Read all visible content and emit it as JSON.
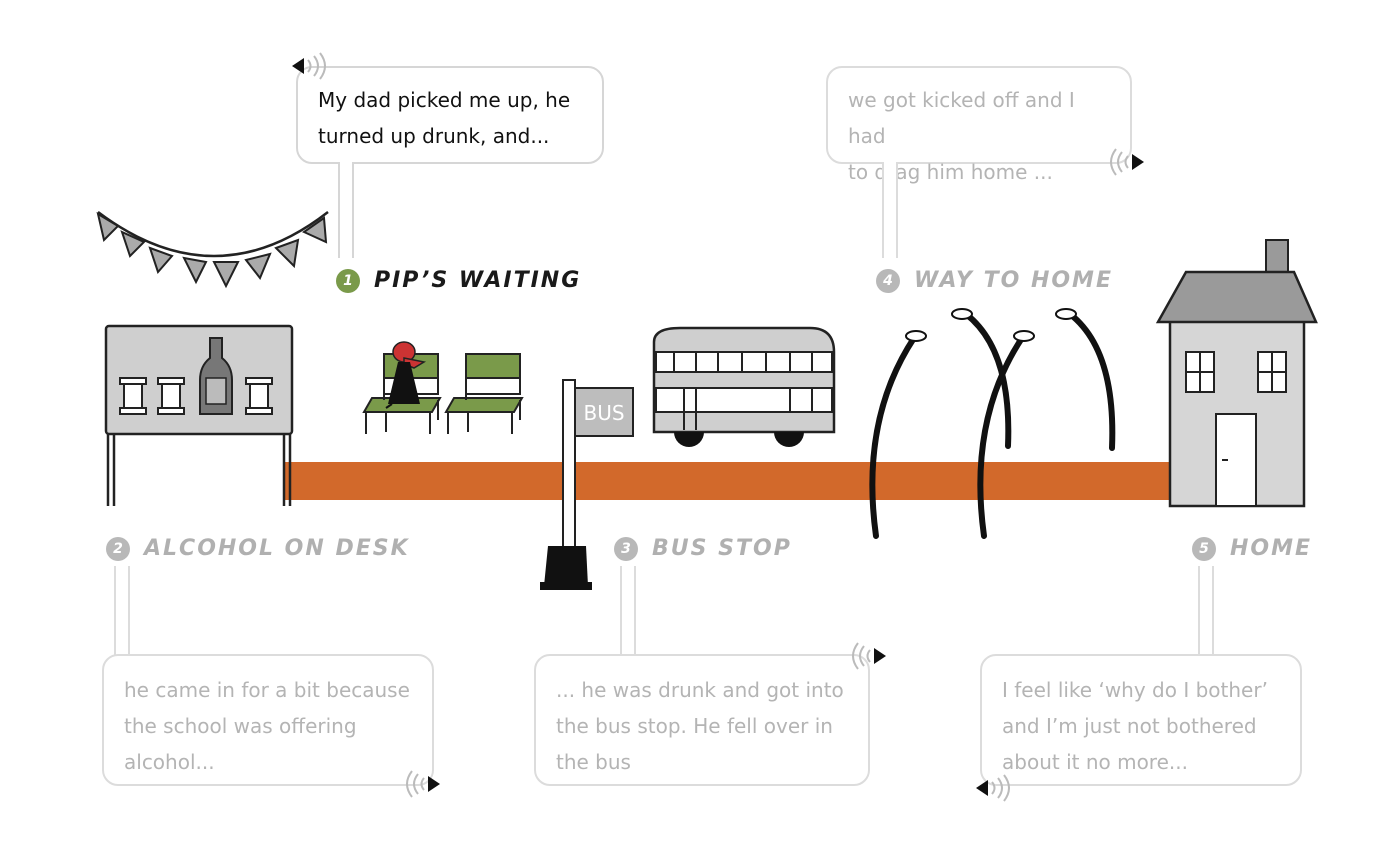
{
  "steps": [
    {
      "number": "1",
      "label": "PIP’S WAITING",
      "quote_lines": [
        "My dad picked me up, he",
        "turned up drunk, and..."
      ],
      "active": true
    },
    {
      "number": "2",
      "label": "ALCOHOL ON DESK",
      "quote_lines": [
        "he came in for a bit because",
        "the school was offering",
        "alcohol..."
      ],
      "active": false
    },
    {
      "number": "3",
      "label": "BUS STOP",
      "quote_lines": [
        "... he was drunk and got into",
        "the bus stop. He fell over in",
        "the bus"
      ],
      "active": false
    },
    {
      "number": "4",
      "label": "WAY TO HOME",
      "quote_lines": [
        "we got kicked off and I had",
        "to drag him home ..."
      ],
      "active": false
    },
    {
      "number": "5",
      "label": "HOME",
      "quote_lines": [
        "I feel like ‘why do I bother’",
        "and I’m just not bothered",
        "about it no more..."
      ],
      "active": false
    }
  ],
  "bus_sign": "BUS",
  "colors": {
    "road": "#d2692b",
    "active_accent": "#7a9a4a",
    "inactive_text": "#b4b4b4",
    "chair_seat": "#7a9a4a",
    "cap": "#cc3333",
    "desk": "#cfcfcf",
    "house": "#d6d6d6",
    "roof": "#9a9a9a"
  },
  "icons": [
    "speaker-icon",
    "bunting-icon",
    "bottle-icon",
    "chair-icon",
    "person-icon",
    "bus-stop-sign-icon",
    "bus-icon",
    "street-lamp-icon",
    "house-icon"
  ]
}
